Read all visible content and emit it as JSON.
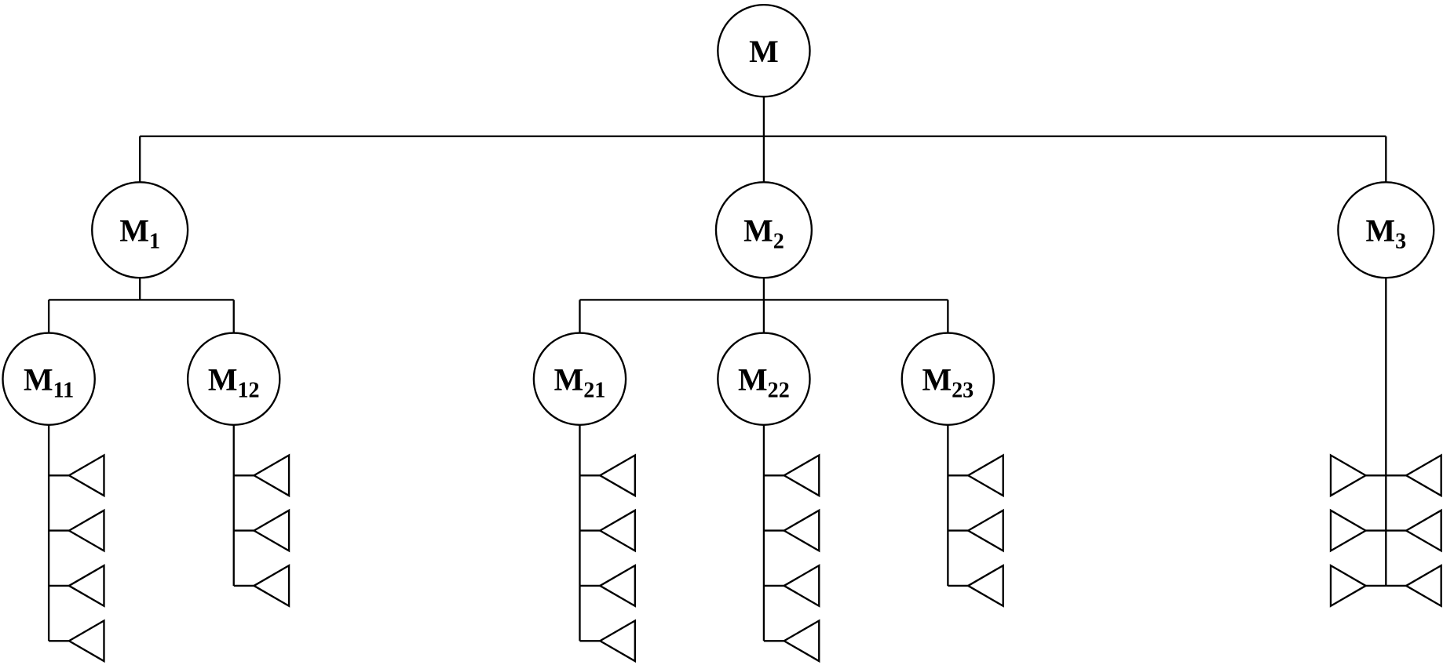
{
  "diagram": {
    "root": {
      "label": "M",
      "sub": "",
      "children": [
        {
          "label": "M",
          "sub": "1",
          "children": [
            {
              "label": "M",
              "sub": "11",
              "antennas": 4
            },
            {
              "label": "M",
              "sub": "12",
              "antennas": 3
            }
          ]
        },
        {
          "label": "M",
          "sub": "2",
          "children": [
            {
              "label": "M",
              "sub": "21",
              "antennas": 4
            },
            {
              "label": "M",
              "sub": "22",
              "antennas": 4
            },
            {
              "label": "M",
              "sub": "23",
              "antennas": 3
            }
          ]
        },
        {
          "label": "M",
          "sub": "3",
          "antennas_both_sides": 3
        }
      ]
    }
  }
}
